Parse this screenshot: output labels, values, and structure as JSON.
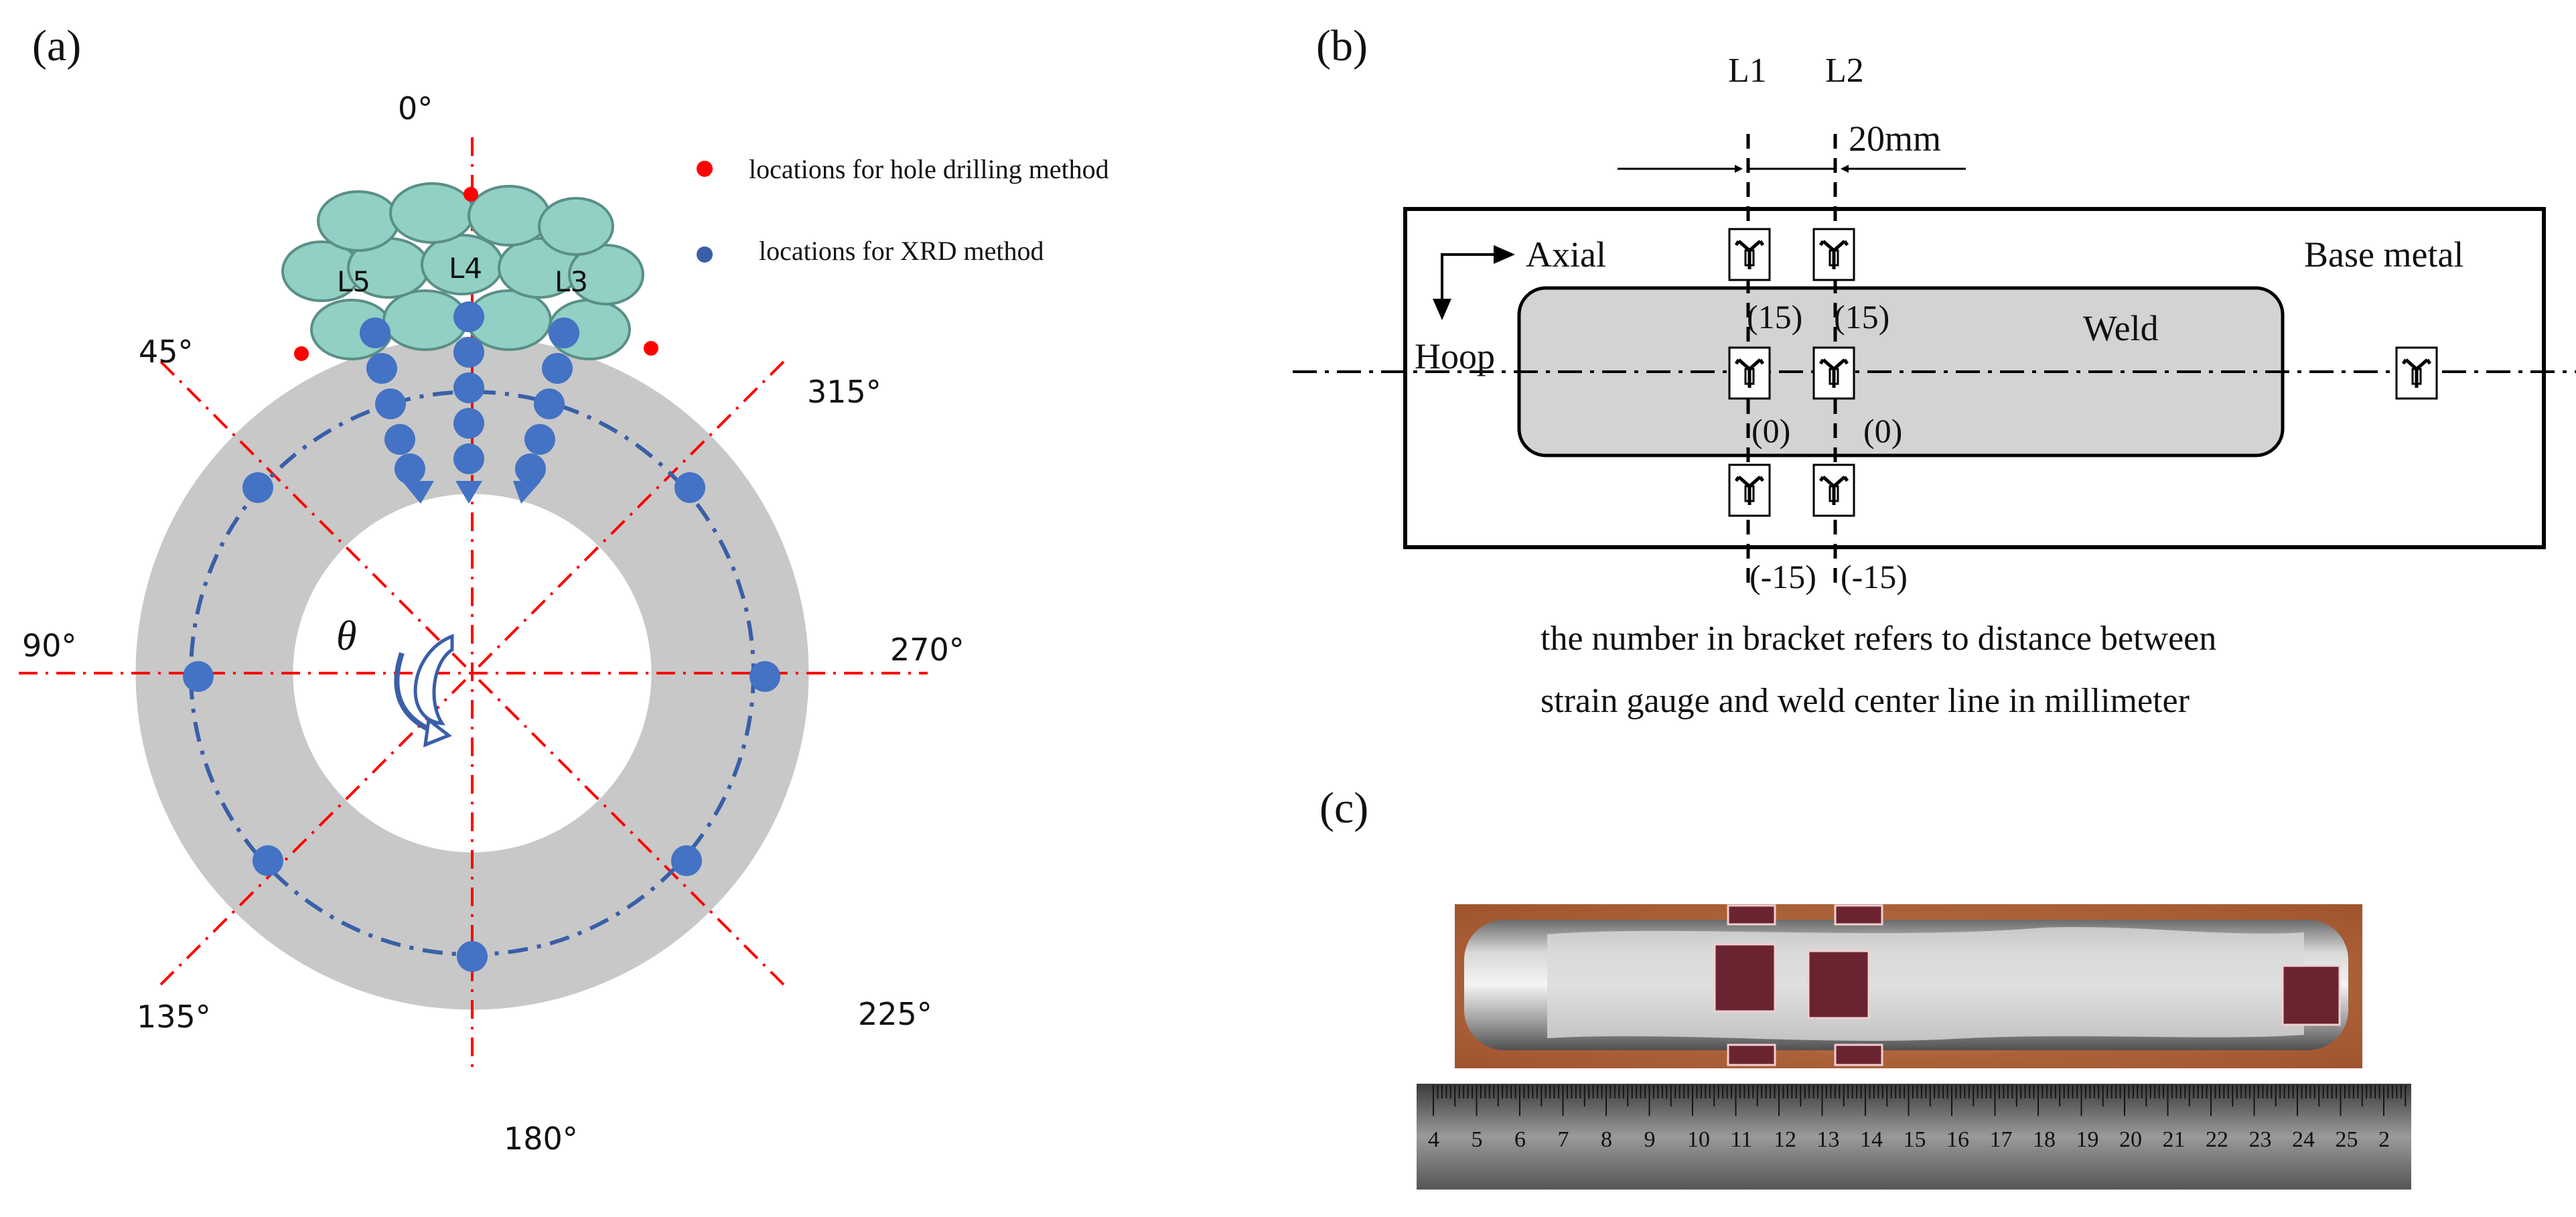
{
  "panel_a": {
    "label": "(a)",
    "angles": {
      "a0": "0°",
      "a45": "45°",
      "a90": "90°",
      "a135": "135°",
      "a180": "180°",
      "a225": "225°",
      "a270": "270°",
      "a315": "315°"
    },
    "legend": {
      "hole": "locations for hole drilling method",
      "xrd": "locations for XRD method"
    },
    "lines": {
      "l3": "L3",
      "l4": "L4",
      "l5": "L5"
    },
    "theta": "θ",
    "colors": {
      "ring": "#c8c8c8",
      "xrd": "#4472c4",
      "hole": "#ff0000",
      "weld": "#92cfc4",
      "axis": "#ff0000"
    }
  },
  "panel_b": {
    "label": "(b)",
    "l1": "L1",
    "l2": "L2",
    "spacing": "20mm",
    "axial": "Axial",
    "hoop": "Hoop",
    "base_metal": "Base metal",
    "weld": "Weld",
    "pos15a": "(15)",
    "pos15b": "(15)",
    "pos0a": "(0)",
    "pos0b": "(0)",
    "neg15a": "(-15)",
    "neg15b": "(-15)",
    "caption1": "the number in bracket refers to distance between",
    "caption2": "strain gauge and weld center line in millimeter"
  },
  "panel_c": {
    "label": "(c)",
    "ruler_numbers": [
      "4",
      "5",
      "6",
      "7",
      "8",
      "9",
      "10",
      "11",
      "12",
      "13",
      "14",
      "15",
      "16",
      "17",
      "18",
      "19",
      "20",
      "21",
      "22",
      "23",
      "24",
      "25",
      "2"
    ]
  }
}
